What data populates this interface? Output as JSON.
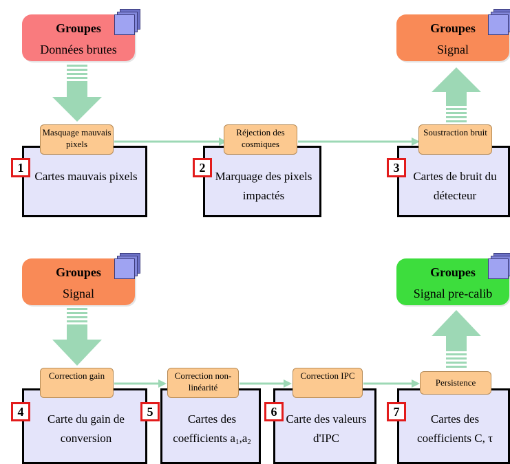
{
  "groups": {
    "raw": {
      "title": "Groupes",
      "subtitle": "Données brutes",
      "color": "#f97b7e"
    },
    "signal_top": {
      "title": "Groupes",
      "subtitle": "Signal",
      "color": "#f98a57"
    },
    "signal_bot": {
      "title": "Groupes",
      "subtitle": "Signal",
      "color": "#f98a57"
    },
    "precalib": {
      "title": "Groupes",
      "subtitle": "Signal pre-calib",
      "color": "#3ddd3d"
    }
  },
  "steps": {
    "s1": "Masquage mauvais pixels",
    "s2": "Réjection des cosmiques",
    "s3": "Soustraction bruit",
    "s4": "Correction gain",
    "s5": "Correction non-linéarité",
    "s6": "Correction IPC",
    "s7": "Persistence"
  },
  "boxes": {
    "b1": {
      "num": "1",
      "text": "Cartes mauvais pixels"
    },
    "b2": {
      "num": "2",
      "text": "Marquage des pixels impactés"
    },
    "b3": {
      "num": "3",
      "text": "Cartes de bruit du détecteur"
    },
    "b4": {
      "num": "4",
      "text": "Carte du gain de conversion"
    },
    "b5": {
      "num": "5",
      "text_line1": "Cartes des",
      "text_line2_prefix": "coefficients a",
      "sub1": "1",
      "comma": ",a",
      "sub2": "2"
    },
    "b6": {
      "num": "6",
      "text": "Carte des valeurs d'IPC"
    },
    "b7": {
      "num": "7",
      "text": "Cartes des coefficients C, τ"
    }
  },
  "colors": {
    "box_fill": "#e4e4fa",
    "step_fill": "#fcc990",
    "number_border": "#e21b1b",
    "arrow": "#9dd8b5"
  }
}
